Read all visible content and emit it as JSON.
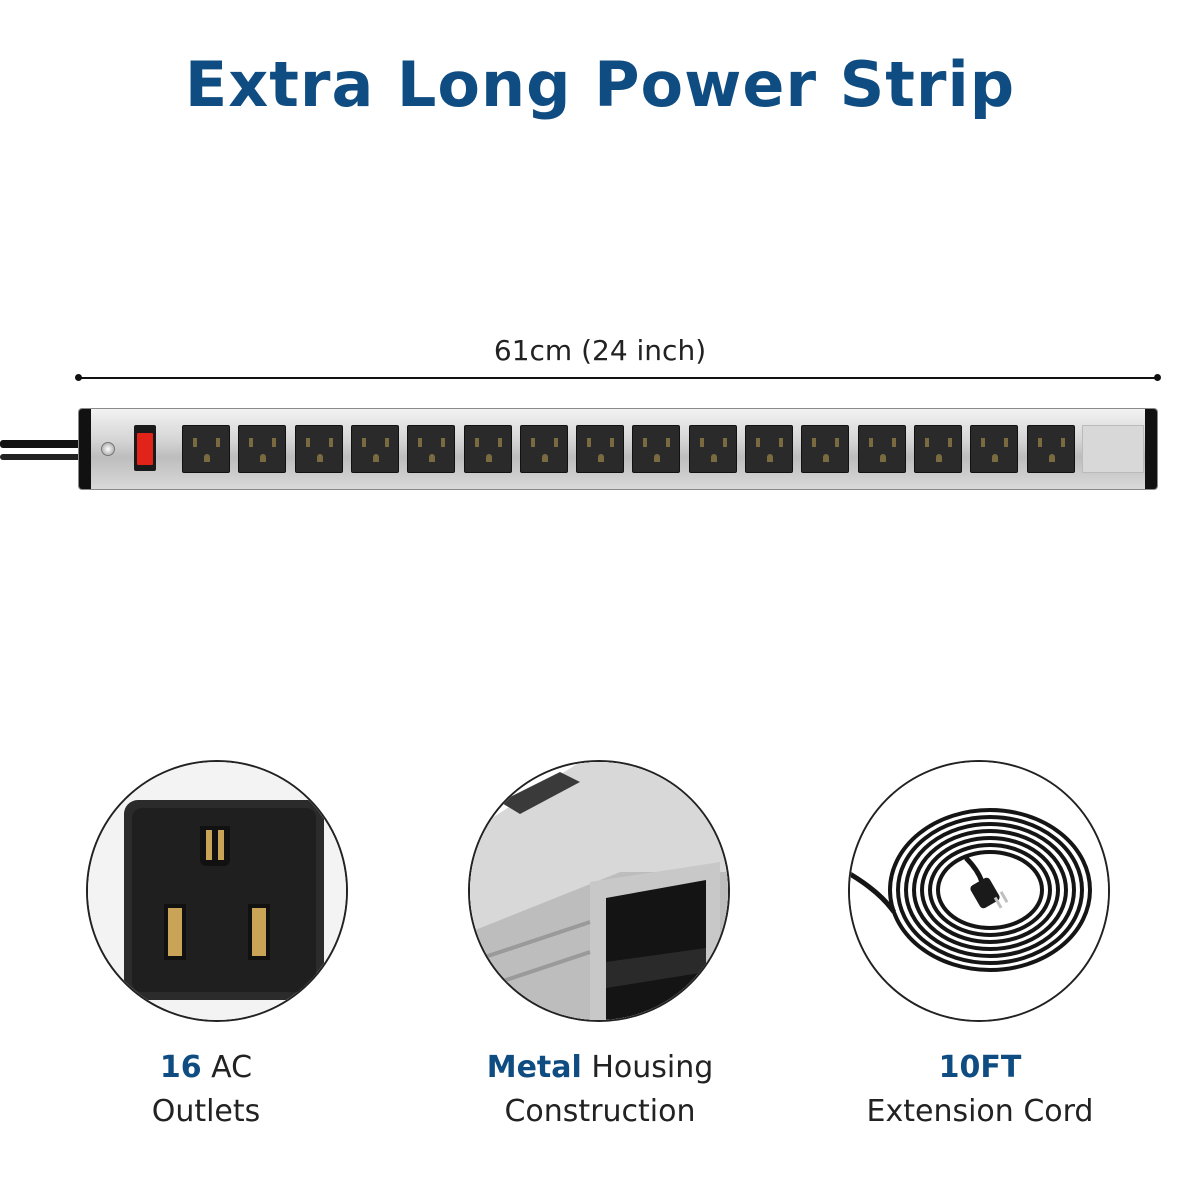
{
  "title": "Extra Long Power Strip",
  "colors": {
    "title": "#0f4c81",
    "highlight": "#0f4c81",
    "switch": "#e2231a"
  },
  "dimension_label": "61cm (24 inch)",
  "strip": {
    "outlet_count": 16
  },
  "features": [
    {
      "highlight": "16",
      "rest": " AC",
      "line2": "Outlets",
      "icon": "ac-outlet-closeup-icon"
    },
    {
      "highlight": "Metal",
      "rest": " Housing",
      "line2": "Construction",
      "icon": "metal-housing-closeup-icon"
    },
    {
      "highlight": "10FT",
      "rest": "",
      "line2": "Extension Cord",
      "icon": "coiled-cord-icon"
    }
  ]
}
